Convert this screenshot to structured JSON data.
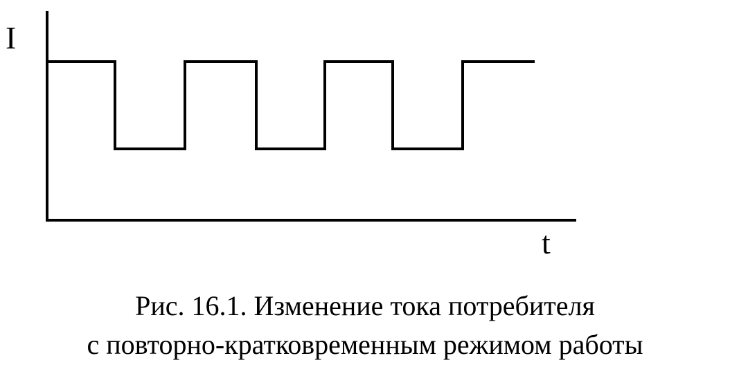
{
  "chart_data": {
    "type": "line",
    "step": true,
    "ylabel": "I",
    "xlabel": "t",
    "grid": false,
    "levels": {
      "high": 1,
      "low": 0
    },
    "segments": [
      {
        "level": "high"
      },
      {
        "level": "low"
      },
      {
        "level": "high"
      },
      {
        "level": "low"
      },
      {
        "level": "high"
      },
      {
        "level": "low"
      },
      {
        "level": "high"
      }
    ]
  },
  "caption": {
    "line1": "Рис. 16.1. Изменение тока потребителя",
    "line2": "с повторно-кратковременным режимом работы"
  },
  "colors": {
    "ink": "#000000",
    "background": "#ffffff"
  }
}
